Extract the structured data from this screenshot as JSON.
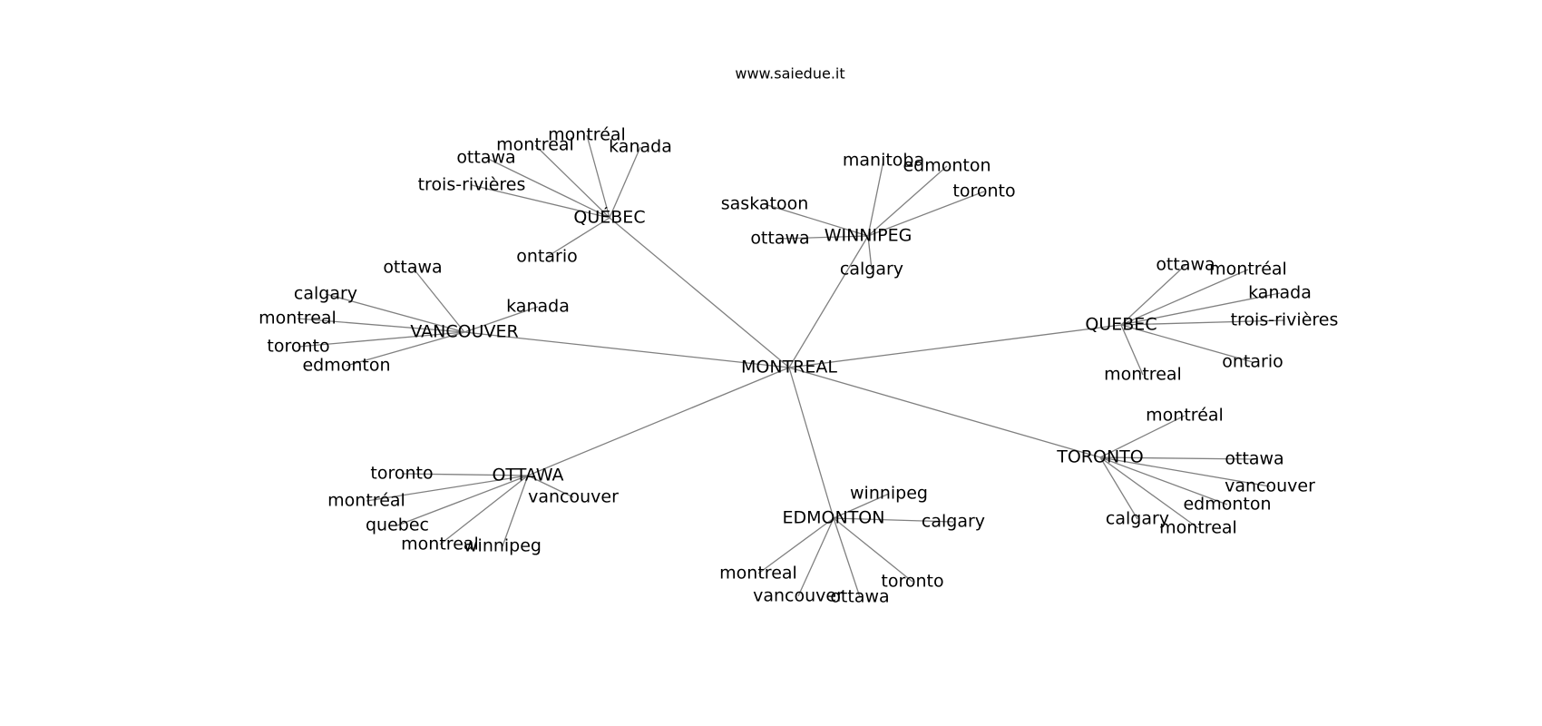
{
  "site_label": "www.saiedue.it",
  "graph": {
    "edge_color": "#808080",
    "text_color": "#000000",
    "root": {
      "id": "montreal-root",
      "label": "MONTREAL"
    },
    "hubs": [
      {
        "id": "quebec-accent",
        "label": "QUÉBEC",
        "leaves": [
          {
            "id": "quebec-accent-montreal-accent",
            "label": "montréal"
          },
          {
            "id": "quebec-accent-kanada",
            "label": "kanada"
          },
          {
            "id": "quebec-accent-montreal",
            "label": "montreal"
          },
          {
            "id": "quebec-accent-ottawa",
            "label": "ottawa"
          },
          {
            "id": "quebec-accent-trois-rivieres",
            "label": "trois-rivières"
          },
          {
            "id": "quebec-accent-ontario",
            "label": "ontario"
          }
        ]
      },
      {
        "id": "winnipeg",
        "label": "WINNIPEG",
        "leaves": [
          {
            "id": "winnipeg-manitoba",
            "label": "manitoba"
          },
          {
            "id": "winnipeg-edmonton",
            "label": "edmonton"
          },
          {
            "id": "winnipeg-toronto",
            "label": "toronto"
          },
          {
            "id": "winnipeg-saskatoon",
            "label": "saskatoon"
          },
          {
            "id": "winnipeg-ottawa",
            "label": "ottawa"
          },
          {
            "id": "winnipeg-calgary",
            "label": "calgary"
          }
        ]
      },
      {
        "id": "vancouver",
        "label": "VANCOUVER",
        "leaves": [
          {
            "id": "vancouver-ottawa",
            "label": "ottawa"
          },
          {
            "id": "vancouver-calgary",
            "label": "calgary"
          },
          {
            "id": "vancouver-kanada",
            "label": "kanada"
          },
          {
            "id": "vancouver-montreal",
            "label": "montreal"
          },
          {
            "id": "vancouver-toronto",
            "label": "toronto"
          },
          {
            "id": "vancouver-edmonton",
            "label": "edmonton"
          }
        ]
      },
      {
        "id": "quebec",
        "label": "QUEBEC",
        "leaves": [
          {
            "id": "quebec-ottawa",
            "label": "ottawa"
          },
          {
            "id": "quebec-montreal-accent",
            "label": "montréal"
          },
          {
            "id": "quebec-kanada",
            "label": "kanada"
          },
          {
            "id": "quebec-trois-rivieres",
            "label": "trois-rivières"
          },
          {
            "id": "quebec-ontario",
            "label": "ontario"
          },
          {
            "id": "quebec-montreal",
            "label": "montreal"
          }
        ]
      },
      {
        "id": "toronto",
        "label": "TORONTO",
        "leaves": [
          {
            "id": "toronto-montreal-accent",
            "label": "montréal"
          },
          {
            "id": "toronto-ottawa",
            "label": "ottawa"
          },
          {
            "id": "toronto-vancouver",
            "label": "vancouver"
          },
          {
            "id": "toronto-edmonton",
            "label": "edmonton"
          },
          {
            "id": "toronto-calgary",
            "label": "calgary"
          },
          {
            "id": "toronto-montreal",
            "label": "montreal"
          }
        ]
      },
      {
        "id": "ottawa",
        "label": "OTTAWA",
        "leaves": [
          {
            "id": "ottawa-toronto",
            "label": "toronto"
          },
          {
            "id": "ottawa-montreal-accent",
            "label": "montréal"
          },
          {
            "id": "ottawa-vancouver",
            "label": "vancouver"
          },
          {
            "id": "ottawa-quebec",
            "label": "quebec"
          },
          {
            "id": "ottawa-montreal",
            "label": "montreal"
          },
          {
            "id": "ottawa-winnipeg",
            "label": "winnipeg"
          }
        ]
      },
      {
        "id": "edmonton",
        "label": "EDMONTON",
        "leaves": [
          {
            "id": "edmonton-winnipeg",
            "label": "winnipeg"
          },
          {
            "id": "edmonton-calgary",
            "label": "calgary"
          },
          {
            "id": "edmonton-montreal",
            "label": "montreal"
          },
          {
            "id": "edmonton-toronto",
            "label": "toronto"
          },
          {
            "id": "edmonton-vancouver",
            "label": "vancouver"
          },
          {
            "id": "edmonton-ottawa",
            "label": "ottawa"
          }
        ]
      }
    ]
  }
}
